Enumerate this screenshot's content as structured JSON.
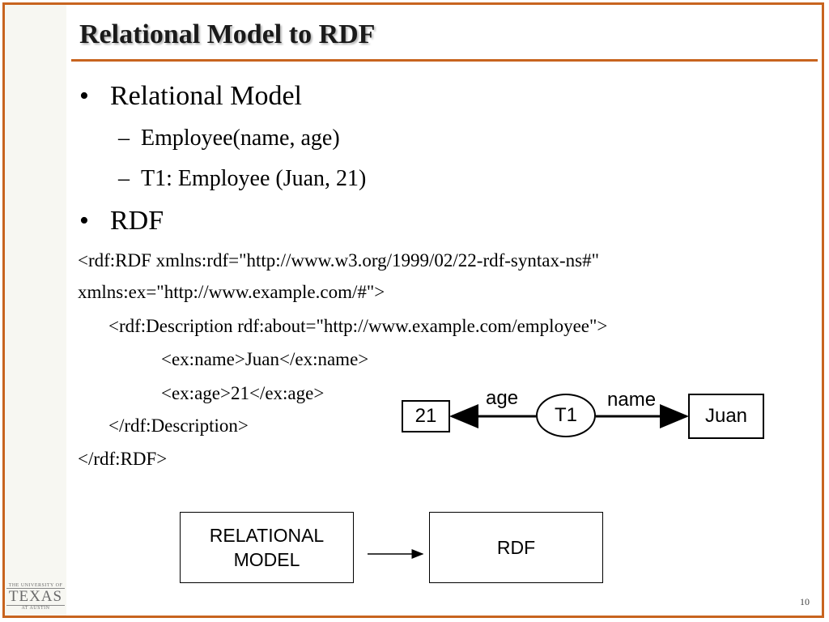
{
  "slide": {
    "title": "Relational Model to RDF",
    "bullets": {
      "relational_model": "Relational Model",
      "schema": "Employee(name, age)",
      "tuple": "T1: Employee (Juan, 21)",
      "rdf": "RDF"
    },
    "bullet_glyph": "•",
    "dash_glyph": "–",
    "code_lines": [
      "<rdf:RDF xmlns:rdf=\"http://www.w3.org/1999/02/22-rdf-syntax-ns#\"",
      "xmlns:ex=\"http://www.example.com/#\">",
      "<rdf:Description rdf:about=\"http://www.example.com/employee\">",
      "<ex:name>Juan</ex:name>",
      "<ex:age>21</ex:age>",
      "</rdf:Description>",
      "</rdf:RDF>"
    ],
    "graph": {
      "literal_age": "21",
      "edge_age": "age",
      "node": "T1",
      "edge_name": "name",
      "literal_name": "Juan"
    },
    "flow": {
      "from_line1": "RELATIONAL",
      "from_line2": "MODEL",
      "to": "RDF"
    },
    "logo": {
      "top": "THE UNIVERSITY OF",
      "main": "TEXAS",
      "bottom": "AT AUSTIN"
    },
    "page_number": "10",
    "colors": {
      "accent": "#c8641f"
    }
  }
}
